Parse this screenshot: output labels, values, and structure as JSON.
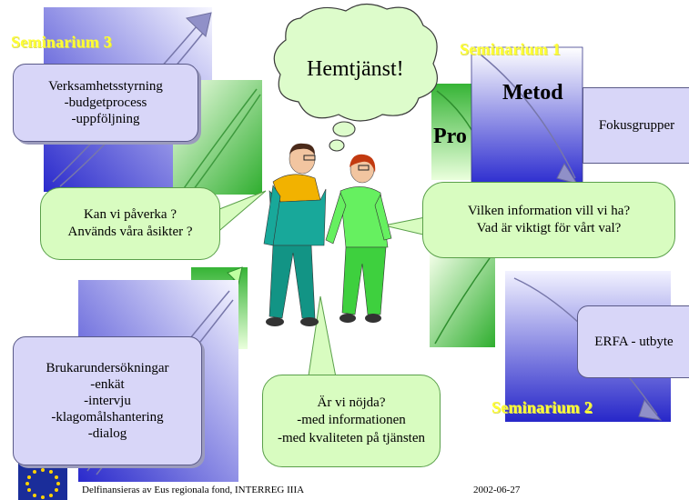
{
  "thought_bubble": {
    "text": "Hemtjänst!"
  },
  "seminars": {
    "s3": {
      "label": "Seminarium 3"
    },
    "s1": {
      "label": "Seminarium 1"
    },
    "s2": {
      "label": "Seminarium 2"
    }
  },
  "boxes": {
    "verksamhet": {
      "lines": [
        "Verksamhetsstyrning",
        "-budgetprocess",
        "-uppföljning"
      ]
    },
    "metod": {
      "title": "Metod"
    },
    "process": {
      "title": "Pro"
    },
    "fokus": {
      "text": "Fokusgrupper"
    },
    "erfa": {
      "text": "ERFA - utbyte"
    },
    "bruk": {
      "lines": [
        "Brukarundersökningar",
        "-enkät",
        "-intervju",
        "-klagomålshantering",
        "-dialog"
      ]
    }
  },
  "speech": {
    "paverka": {
      "lines": [
        "Kan vi påverka ?",
        "Används våra åsikter ?"
      ]
    },
    "information": {
      "lines": [
        "Vilken information vill vi ha?",
        "Vad är viktigt för vårt val?"
      ]
    },
    "nojda": {
      "lines": [
        "Är vi nöjda?",
        "-med informationen",
        "-med kvaliteten på tjänsten"
      ]
    }
  },
  "footer": {
    "funding": "Delfinansieras av Eus regionala fond, INTERREG IIIA",
    "date": "2002-06-27"
  },
  "colors": {
    "purple_gradient": [
      "#f2f2ff",
      "#2727c9"
    ],
    "green_gradient": [
      "#f4ffe9",
      "#30b030"
    ],
    "seminar_text": "#ffff33",
    "speech_fill": "#d8fcc0",
    "box_fill": "#d8d6f8"
  },
  "icons": [
    "eu-flag-icon",
    "people-illustration"
  ]
}
